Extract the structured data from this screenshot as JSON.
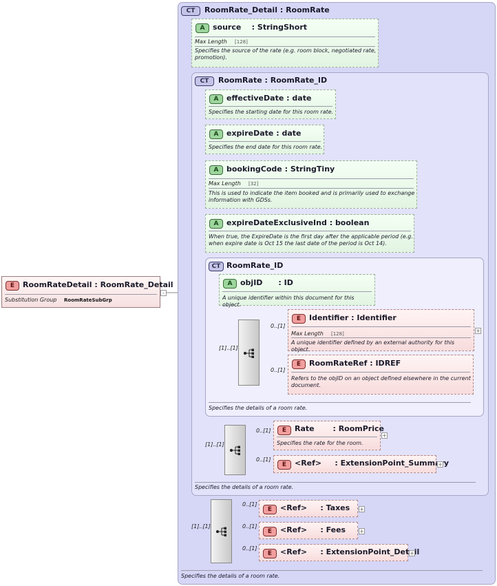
{
  "root": {
    "badge": "E",
    "name": "RoomRateDetail",
    "sep": ":",
    "type": "RoomRate_Detail",
    "subst_label": "Substitution Group",
    "subst_value": "RoomRateSubGrp"
  },
  "ct_detail": {
    "badge": "CT",
    "name": "RoomRate_Detail",
    "sep": ":",
    "base": "RoomRate",
    "doc": "Specifies the details of a room rate."
  },
  "attr_source": {
    "badge": "A",
    "name": "source",
    "sep": ":",
    "type": "StringShort",
    "facet_label": "Max Length",
    "facet_value": "[128]",
    "doc_line1": "Specifies the source of the rate (e.g. room block, negotiated rate,",
    "doc_line2": "promotion)."
  },
  "ct_roomrate": {
    "badge": "CT",
    "name": "RoomRate",
    "sep": ":",
    "base": "RoomRate_ID",
    "doc": "Specifies the details of a room rate."
  },
  "attr_effective": {
    "badge": "A",
    "name": "effectiveDate",
    "sep": ":",
    "type": "date",
    "doc": "Specifies the starting date for this room rate."
  },
  "attr_expire": {
    "badge": "A",
    "name": "expireDate",
    "sep": ":",
    "type": "date",
    "doc": "Specifies the end date for this room rate."
  },
  "attr_booking": {
    "badge": "A",
    "name": "bookingCode",
    "sep": ":",
    "type": "StringTiny",
    "facet_label": "Max Length",
    "facet_value": "[32]",
    "doc_line1": "This is used to indicate the item booked and is primarily used to exchange",
    "doc_line2": "information with GDSs."
  },
  "attr_expire_excl": {
    "badge": "A",
    "name": "expireDateExclusiveInd",
    "sep": ":",
    "type": "boolean",
    "doc_line1": "When true, the ExpireDate is the first day after the applicable period (e.g.",
    "doc_line2": "when expire date is Oct 15  the last date of the period is Oct 14)."
  },
  "ct_roomrate_id": {
    "badge": "CT",
    "name": "RoomRate_ID",
    "doc": "Specifies the details of a room rate."
  },
  "attr_objid": {
    "badge": "A",
    "name": "objID",
    "sep": ":",
    "type": "ID",
    "doc": "A unique identifier within this document for this object."
  },
  "seq1": {
    "card": "[1]..[1]"
  },
  "el_identifier": {
    "badge": "E",
    "name": "Identifier",
    "sep": ":",
    "type": "Identifier",
    "card": "0..[1]",
    "facet_label": "Max Length",
    "facet_value": "[128]",
    "doc": "A unique identifier defined by an external authority for this object."
  },
  "el_roomrateref": {
    "badge": "E",
    "name": "RoomRateRef",
    "sep": ":",
    "type": "IDREF",
    "card": "0..[1]",
    "doc_line1": "Refers to the objID on an object defined elsewhere in the current",
    "doc_line2": "document."
  },
  "seq2": {
    "card": "[1]..[1]"
  },
  "el_rate": {
    "badge": "E",
    "name": "Rate",
    "sep": ":",
    "type": "RoomPrice",
    "card": "0..[1]",
    "doc": "Specifies the rate for the room."
  },
  "el_ext_summary": {
    "badge": "E",
    "name": "<Ref>",
    "sep": ":",
    "type": "ExtensionPoint_Summary",
    "card": "0..[1]"
  },
  "seq3": {
    "card": "[1]..[1]"
  },
  "el_taxes": {
    "badge": "E",
    "name": "<Ref>",
    "sep": ":",
    "type": "Taxes",
    "card": "0..[1]"
  },
  "el_fees": {
    "badge": "E",
    "name": "<Ref>",
    "sep": ":",
    "type": "Fees",
    "card": "0..[1]"
  },
  "el_ext_detail": {
    "badge": "E",
    "name": "<Ref>",
    "sep": ":",
    "type": "ExtensionPoint_Detail",
    "card": "0..[1]"
  },
  "icons": {
    "plus": "+",
    "minus": "-",
    "sequence": "sequence-icon"
  },
  "colors": {
    "ct_fill": "#d6d6f6",
    "element_fill": "#f8dcdc",
    "attribute_fill": "#e2f4e2"
  }
}
